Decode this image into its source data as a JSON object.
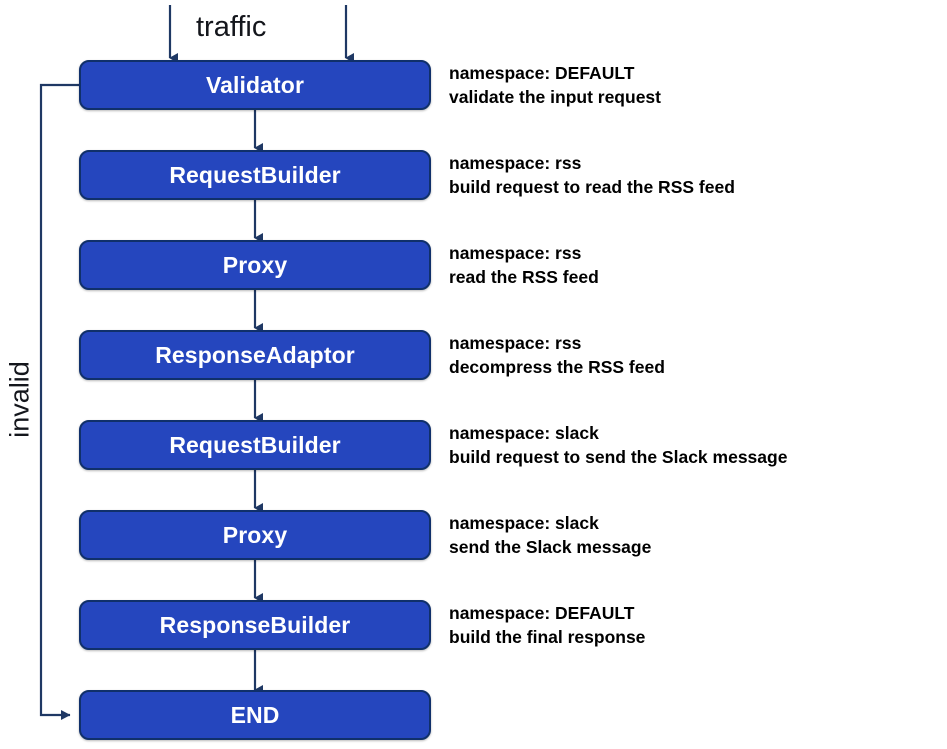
{
  "diagram": {
    "title_caption": "traffic",
    "loop_label": "invalid",
    "colors": {
      "node_fill": "#2546BE",
      "node_border": "#10306A",
      "node_text": "#FFFFFF",
      "connector": "#1F3864",
      "annotation_text": "#000000",
      "background": "#FFFFFF"
    },
    "nodes": [
      {
        "name": "Validator",
        "namespace_line": "namespace: DEFAULT",
        "description_line": "validate the input request"
      },
      {
        "name": "RequestBuilder",
        "namespace_line": "namespace: rss",
        "description_line": "build request to read the RSS feed"
      },
      {
        "name": "Proxy",
        "namespace_line": "namespace: rss",
        "description_line": "read the RSS feed"
      },
      {
        "name": "ResponseAdaptor",
        "namespace_line": "namespace: rss",
        "description_line": "decompress the RSS feed"
      },
      {
        "name": "RequestBuilder",
        "namespace_line": "namespace: slack",
        "description_line": "build request to send the Slack message"
      },
      {
        "name": "Proxy",
        "namespace_line": "namespace: slack",
        "description_line": "send the Slack message"
      },
      {
        "name": "ResponseBuilder",
        "namespace_line": "namespace: DEFAULT",
        "description_line": "build the final response"
      },
      {
        "name": "END",
        "namespace_line": "",
        "description_line": ""
      }
    ]
  }
}
